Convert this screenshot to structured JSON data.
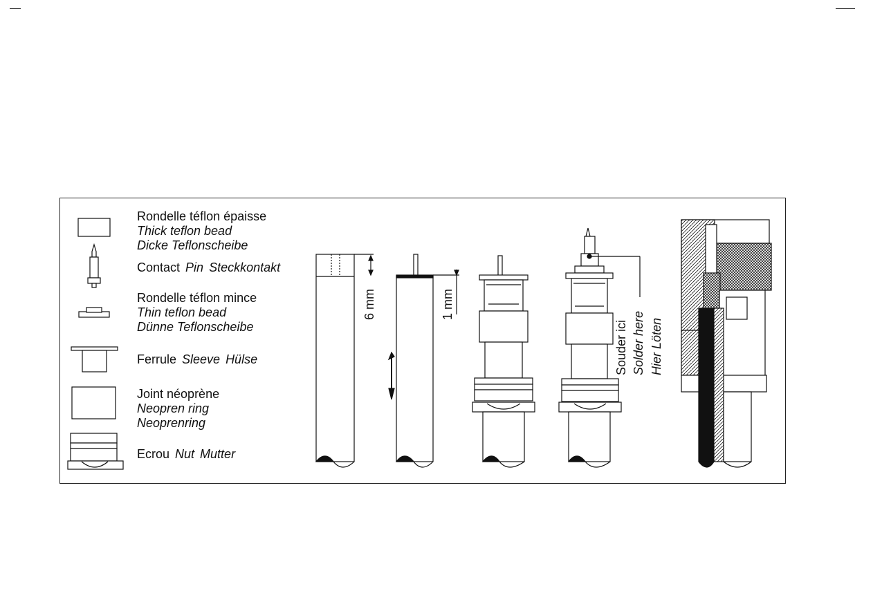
{
  "parts": [
    {
      "id": "thick-bead",
      "lines": [
        "Rondelle téflon épaisse",
        "Thick teflon bead",
        "Dicke Teflonscheibe"
      ]
    },
    {
      "id": "contact",
      "fr": "Contact",
      "en": "Pin",
      "de": "Steckkontakt"
    },
    {
      "id": "thin-bead",
      "lines": [
        "Rondelle téflon mince",
        "Thin teflon bead",
        "Dünne Teflonscheibe"
      ]
    },
    {
      "id": "ferrule",
      "fr": "Ferrule",
      "en": "Sleeve",
      "de": "Hülse"
    },
    {
      "id": "neoprene",
      "lines": [
        "Joint néoprène",
        "Neopren ring",
        "Neoprenring"
      ]
    },
    {
      "id": "nut",
      "fr": "Ecrou",
      "en": "Nut",
      "de": "Mutter"
    }
  ],
  "dimensions": {
    "strip_length": "6 mm",
    "pin_gap": "1 mm"
  },
  "solder": {
    "fr": "Souder ici",
    "en": "Solder here",
    "de": "Hier Löten"
  }
}
